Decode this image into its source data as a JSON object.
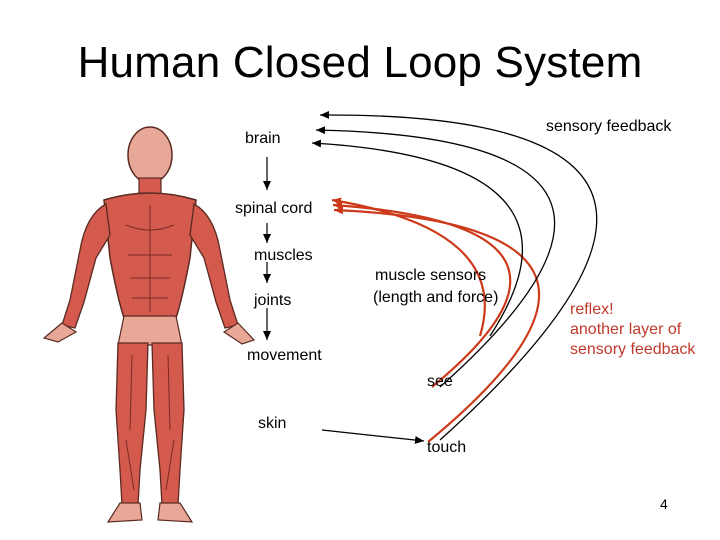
{
  "slide": {
    "title": "Human Closed Loop System",
    "page_number": "4"
  },
  "chain": {
    "brain": "brain",
    "spinal_cord": "spinal cord",
    "muscles": "muscles",
    "joints": "joints",
    "movement": "movement",
    "skin": "skin"
  },
  "sensors": {
    "muscle_sensors_line1": "muscle sensors",
    "muscle_sensors_line2": "(length and force)",
    "see": "see",
    "touch": "touch"
  },
  "feedback": {
    "sensory_feedback": "sensory feedback",
    "reflex_line1": "reflex!",
    "reflex_line2": "another layer of",
    "reflex_line3": "sensory feedback"
  },
  "colors": {
    "muscle_red": "#d45a4e",
    "skin_tone": "#e8a898",
    "reflex_text": "#c0392b",
    "reflex_arrow": "#cc3a1a"
  }
}
